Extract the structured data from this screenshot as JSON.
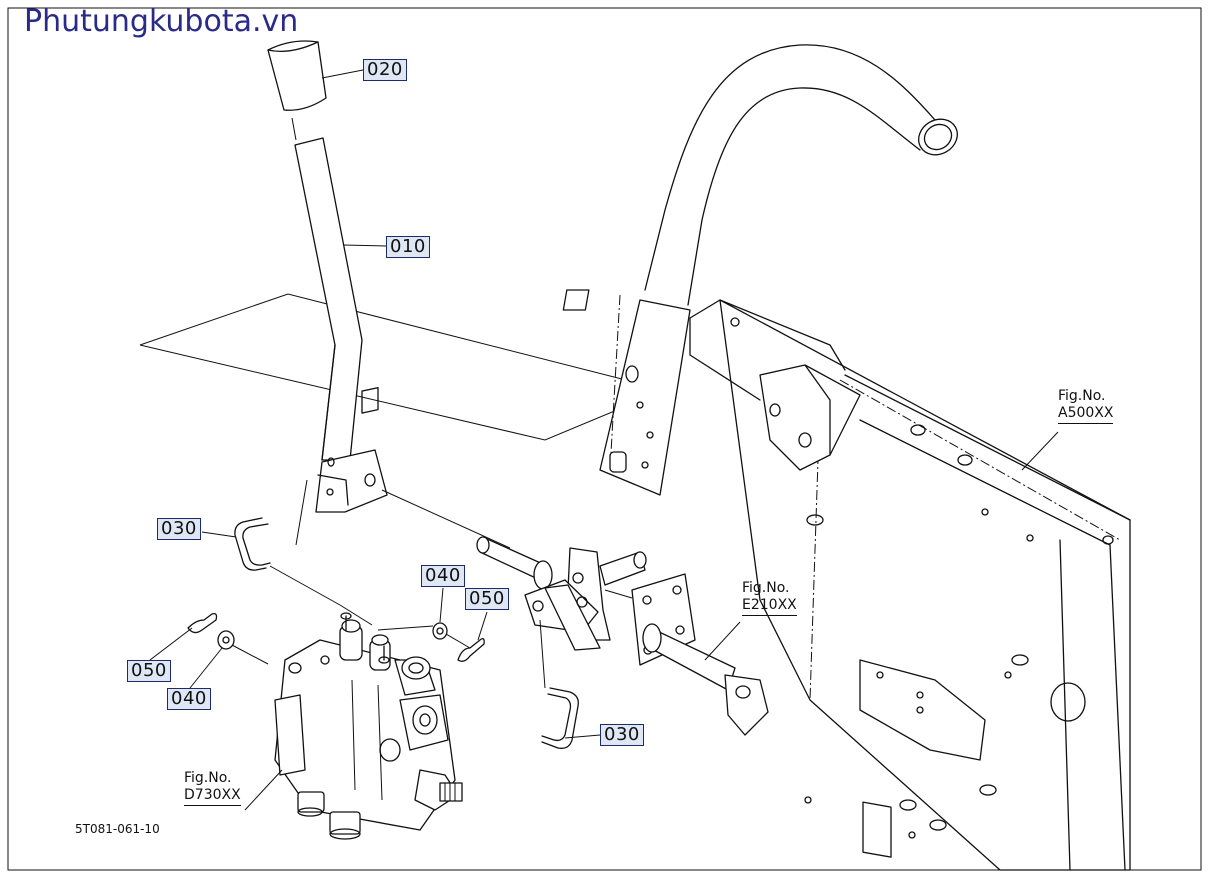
{
  "watermark": "Phutungkubota.vn",
  "diagram_id": "5T081-061-10",
  "labels": {
    "p020": "020",
    "p010": "010",
    "p030a": "030",
    "p030b": "030",
    "p040a": "040",
    "p040b": "040",
    "p050a": "050",
    "p050b": "050"
  },
  "figures": {
    "a500": {
      "prefix": "Fig.No.",
      "code": "A500XX"
    },
    "e210": {
      "prefix": "Fig.No.",
      "code": "E210XX"
    },
    "d730": {
      "prefix": "Fig.No.",
      "code": "D730XX"
    }
  }
}
